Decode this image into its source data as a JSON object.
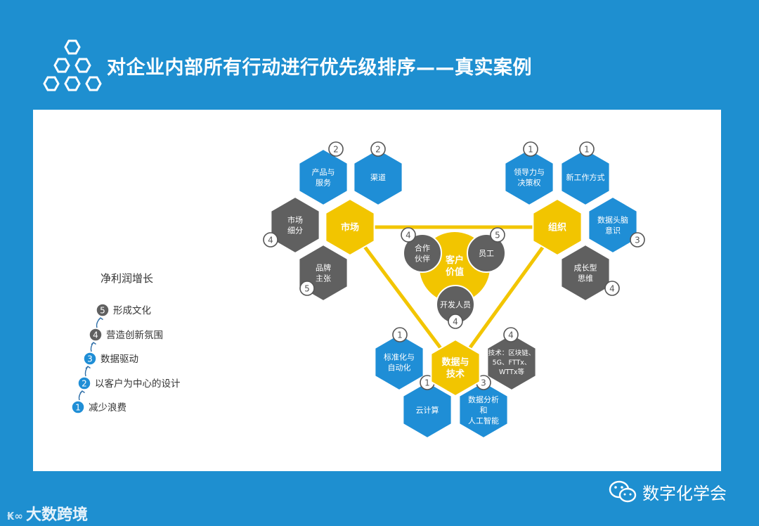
{
  "title": "对企业内部所有行动进行优先级排序——真实案例",
  "colors": {
    "background": "#1e8fd0",
    "blue_hex": "#1f8ed6",
    "gray_hex": "#606060",
    "yellow": "#f2c500",
    "panel": "#ffffff"
  },
  "center": {
    "label_line1": "客户",
    "label_line2": "价值",
    "nodes": [
      {
        "label1": "合作",
        "label2": "伙伴",
        "badge": "4"
      },
      {
        "label1": "员工",
        "label2": "",
        "badge": "5"
      },
      {
        "label1": "开发人员",
        "label2": "",
        "badge": "4"
      }
    ]
  },
  "clusters": {
    "market": {
      "hub": "市场",
      "items": [
        {
          "label1": "产品与",
          "label2": "服务",
          "badge": "2",
          "color": "blue"
        },
        {
          "label1": "渠道",
          "label2": "",
          "badge": "2",
          "color": "blue"
        },
        {
          "label1": "市场",
          "label2": "细分",
          "badge": "4",
          "color": "gray"
        },
        {
          "label1": "品牌",
          "label2": "主张",
          "badge": "5",
          "color": "gray"
        }
      ]
    },
    "org": {
      "hub": "组织",
      "items": [
        {
          "label1": "领导力与",
          "label2": "决策权",
          "badge": "1",
          "color": "blue"
        },
        {
          "label1": "新工作方式",
          "label2": "",
          "badge": "1",
          "color": "blue"
        },
        {
          "label1": "数据头脑",
          "label2": "意识",
          "badge": "3",
          "color": "blue"
        },
        {
          "label1": "成长型",
          "label2": "思维",
          "badge": "4",
          "color": "gray"
        }
      ]
    },
    "tech": {
      "hub_line1": "数据与",
      "hub_line2": "技术",
      "items": [
        {
          "label1": "标准化与",
          "label2": "自动化",
          "label3": "",
          "badge": "1",
          "color": "blue"
        },
        {
          "label1": "技术：区块链、",
          "label2": "5G、FTTx、",
          "label3": "WTTx等",
          "badge": "4",
          "color": "gray"
        },
        {
          "label1": "云计算",
          "label2": "",
          "label3": "",
          "badge": "1",
          "color": "blue"
        },
        {
          "label1": "数据分析",
          "label2": "和",
          "label3": "人工智能",
          "badge": "3",
          "color": "blue"
        }
      ]
    }
  },
  "legend": {
    "title": "净利润增长",
    "steps": [
      {
        "num": "5",
        "label": "形成文化",
        "color": "gray"
      },
      {
        "num": "4",
        "label": "营造创新氛围",
        "color": "gray"
      },
      {
        "num": "3",
        "label": "数据驱动",
        "color": "blue"
      },
      {
        "num": "2",
        "label": "以客户为中心的设计",
        "color": "blue"
      },
      {
        "num": "1",
        "label": "减少浪费",
        "color": "blue"
      }
    ]
  },
  "footer": {
    "brand": "大数跨境",
    "wechat": "数字化学会"
  }
}
